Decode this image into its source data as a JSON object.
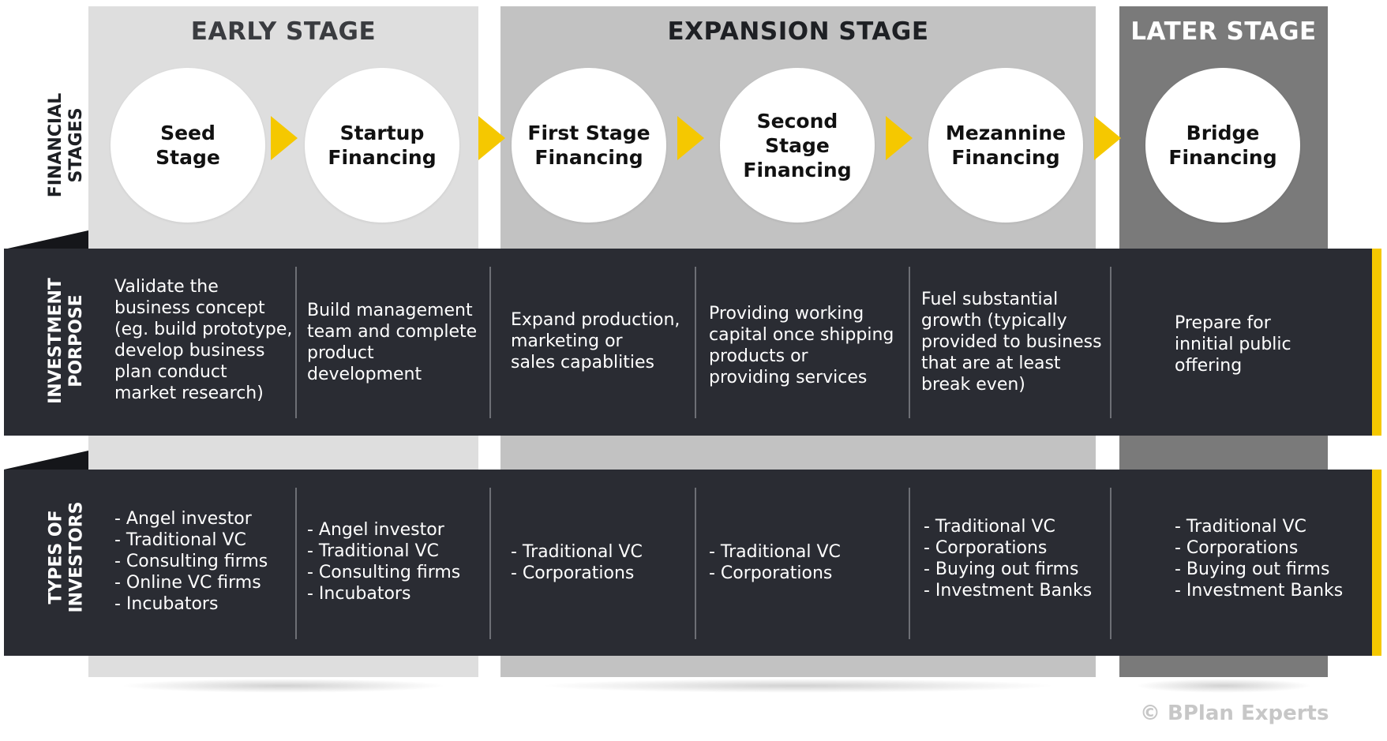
{
  "stages": [
    {
      "title": "EARLY STAGE",
      "color": "#dedede",
      "title_color": "#3a3c40"
    },
    {
      "title": "EXPANSION STAGE",
      "color": "#c2c2c2",
      "title_color": "#1e2024"
    },
    {
      "title": "LATER STAGE",
      "color": "#7a7a7a",
      "title_color": "#ffffff"
    }
  ],
  "row_labels": {
    "financial_stages": "FINANCIAL\nSTAGES",
    "investment_purpose": "INVESTMENT\nPORPOSE",
    "types_of_investors": "TYPES OF\nINVESTORS"
  },
  "circles": [
    "Seed\nStage",
    "Startup\nFinancing",
    "First Stage\nFinancing",
    "Second\nStage\nFinancing",
    "Mezannine\nFinancing",
    "Bridge\nFinancing"
  ],
  "purposes": [
    "Validate the\nbusiness concept\n(eg. build prototype,\ndevelop business\nplan conduct\nmarket research)",
    "Build management\nteam and complete\nproduct\ndevelopment",
    "Expand production,\nmarketing or\nsales capablities",
    "Providing working\ncapital once shipping\nproducts or\nproviding services",
    "Fuel substantial\ngrowth (typically\nprovided to business\nthat are at least\nbreak even)",
    "Prepare for\ninnitial public\noffering"
  ],
  "investors": [
    "- Angel investor\n- Traditional VC\n- Consulting firms\n- Online VC firms\n- Incubators",
    "- Angel investor\n- Traditional VC\n- Consulting firms\n- Incubators",
    "- Traditional VC\n- Corporations",
    "- Traditional VC\n- Corporations",
    "- Traditional VC\n- Corporations\n- Buying out firms\n- Investment Banks",
    "- Traditional VC\n- Corporations\n- Buying out firms\n- Investment Banks"
  ],
  "colors": {
    "accent": "#f5c800",
    "band": "#2a2c33"
  },
  "copyright": "© BPlan Experts"
}
